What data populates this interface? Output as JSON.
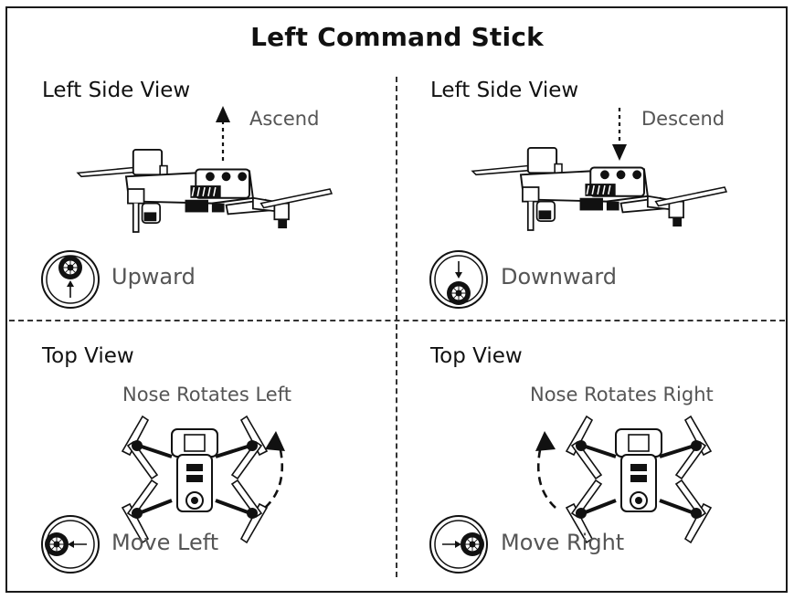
{
  "title": "Left Command Stick",
  "panels": {
    "top_left": {
      "view": "Left Side View",
      "motion": "Ascend",
      "stick": "Upward"
    },
    "top_right": {
      "view": "Left Side View",
      "motion": "Descend",
      "stick": "Downward"
    },
    "bottom_left": {
      "view": "Top View",
      "motion": "Nose Rotates Left",
      "stick": "Move Left"
    },
    "bottom_right": {
      "view": "Top View",
      "motion": "Nose Rotates Right",
      "stick": "Move Right"
    }
  },
  "icons": {
    "side_drone": "drone-side-icon",
    "top_drone": "drone-top-icon",
    "stick": "joystick-icon",
    "arrow": "arrow-icon"
  },
  "colors": {
    "line": "#1a1a1a",
    "label": "#555555",
    "text": "#111111"
  }
}
